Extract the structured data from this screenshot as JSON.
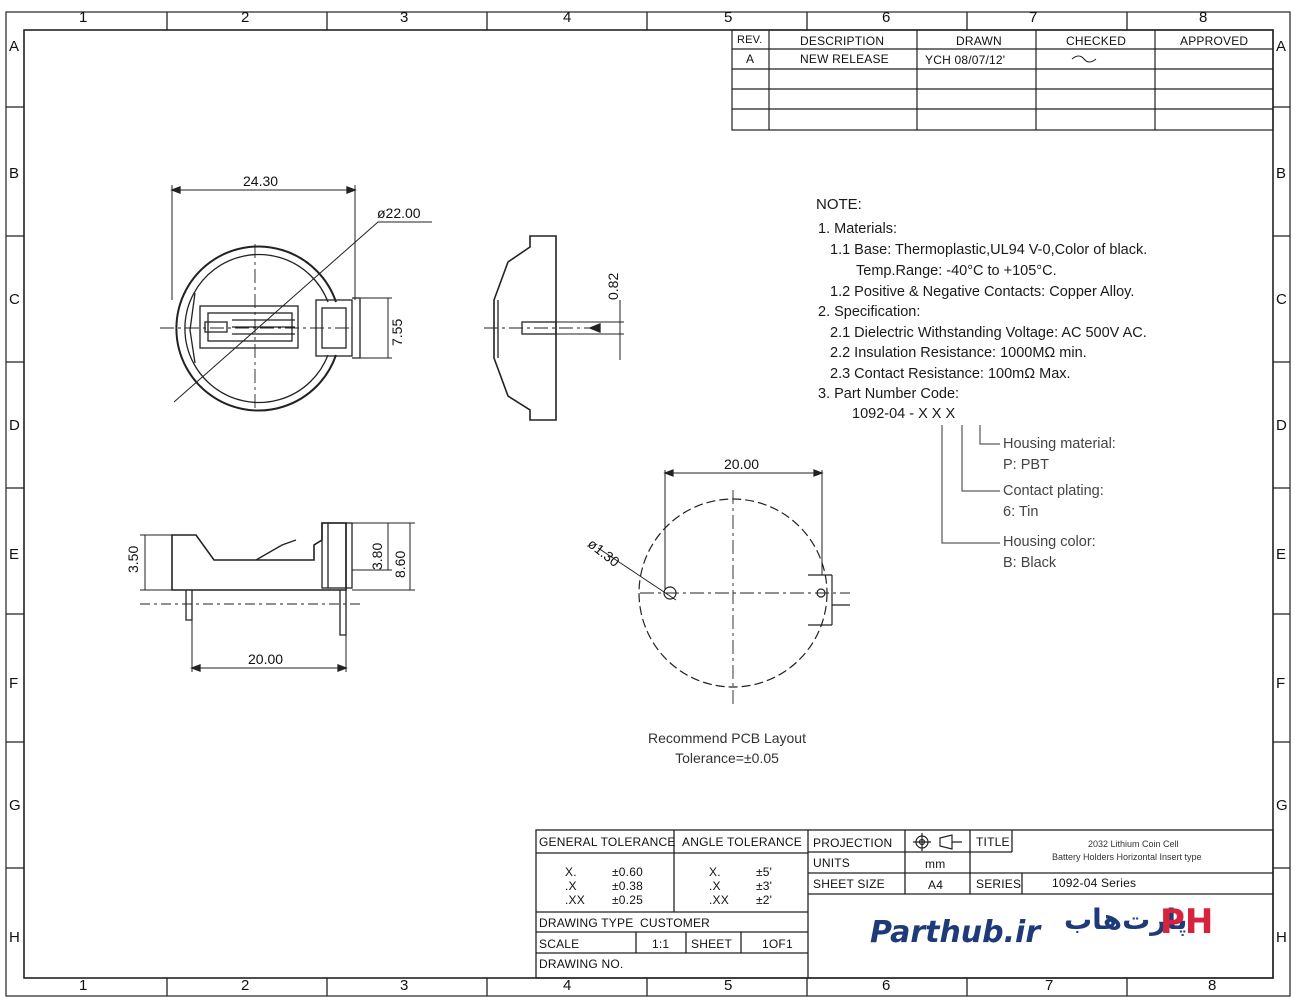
{
  "grid": {
    "columns": [
      "1",
      "2",
      "3",
      "4",
      "5",
      "6",
      "7",
      "8"
    ],
    "rows": [
      "A",
      "B",
      "C",
      "D",
      "E",
      "F",
      "G",
      "H"
    ]
  },
  "revision_table": {
    "headers": [
      "REV.",
      "DESCRIPTION",
      "DRAWN",
      "CHECKED",
      "APPROVED"
    ],
    "rows": [
      [
        "A",
        "NEW RELEASE",
        "YCH 08/07/12'",
        "~",
        ""
      ]
    ]
  },
  "dimensions": {
    "top_width": "24.30",
    "top_diameter": "ø22.00",
    "top_height": "7.55",
    "side_thickness": "0.82",
    "front_left_height": "3.50",
    "front_right_inner": "3.80",
    "front_right_outer": "8.60",
    "front_width": "20.00",
    "pcb_width": "20.00",
    "pcb_hole": "ø1.30"
  },
  "notes": {
    "title": "NOTE:",
    "lines": [
      "1. Materials:",
      "1.1 Base: Thermoplastic,UL94 V-0,Color of black.",
      "Temp.Range: -40°C to +105°C.",
      "1.2 Positive & Negative Contacts: Copper Alloy.",
      "2. Specification:",
      "2.1 Dielectric Withstanding Voltage: AC 500V AC.",
      "2.2 Insulation Resistance: 1000MΩ min.",
      "2.3 Contact Resistance: 100mΩ Max.",
      "3. Part Number Code:"
    ],
    "part_code": "1092-04 - X X X",
    "code_legend": [
      {
        "label": "Housing material:",
        "value": "P: PBT"
      },
      {
        "label": "Contact plating:",
        "value": "6: Tin"
      },
      {
        "label": "Housing color:",
        "value": "B: Black"
      }
    ]
  },
  "pcb_caption": {
    "line1": "Recommend PCB Layout",
    "line2": "Tolerance=±0.05"
  },
  "title_block": {
    "general_tolerance_label": "GENERAL TOLERANCE",
    "angle_tolerance_label": "ANGLE TOLERANCE",
    "general": [
      {
        "k": "X.",
        "v": "±0.60"
      },
      {
        "k": ".X",
        "v": "±0.38"
      },
      {
        "k": ".XX",
        "v": "±0.25"
      }
    ],
    "angle": [
      {
        "k": "X.",
        "v": "±5'"
      },
      {
        "k": ".X",
        "v": "±3'"
      },
      {
        "k": ".XX",
        "v": "±2'"
      }
    ],
    "drawing_type_label": "DRAWING TYPE",
    "drawing_type": "CUSTOMER",
    "scale_label": "SCALE",
    "scale": "1:1",
    "sheet_label": "SHEET",
    "sheet": "1OF1",
    "drawing_no_label": "DRAWING NO.",
    "projection_label": "PROJECTION",
    "units_label": "UNITS",
    "units": "mm",
    "sheet_size_label": "SHEET SIZE",
    "sheet_size": "A4",
    "title_label": "TITLE",
    "title_line1": "2032 Lithium Coin Cell",
    "title_line2": "Battery Holders Horizontal Insert type",
    "series_label": "SERIES",
    "series": "1092-04 Series"
  },
  "watermark": {
    "latin": "Parthub.ir",
    "persian": "پارت‌هاب",
    "ph": "PH",
    "colors": {
      "blue": "#1e3a78",
      "red": "#d8233c"
    }
  }
}
